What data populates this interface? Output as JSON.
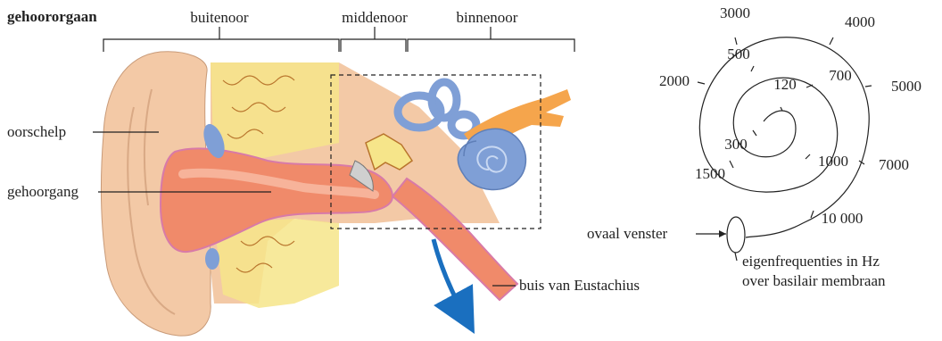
{
  "title": "gehoororgaan",
  "sections": {
    "outer": "buitenoor",
    "middle": "middenoor",
    "inner": "binnenoor"
  },
  "labels": {
    "auricle": "oorschelp",
    "ear_canal": "gehoorgang",
    "eustachian_tube": "buis van Eustachius"
  },
  "spiral": {
    "frequencies": [
      "120",
      "300",
      "500",
      "700",
      "1000",
      "1500",
      "2000",
      "3000",
      "4000",
      "5000",
      "7000",
      "10 000"
    ],
    "oval_window": "ovaal venster",
    "caption_line1": "eigenfrequenties in Hz",
    "caption_line2": "over basilair membraan"
  },
  "colors": {
    "skin": "#f3c9a6",
    "skin_light": "#f9ddc4",
    "bone": "#f6e58a",
    "canal": "#f08a6a",
    "cochlea": "#7f9fd6",
    "nerve": "#f5a54c",
    "arrow": "#1a6fbf"
  }
}
